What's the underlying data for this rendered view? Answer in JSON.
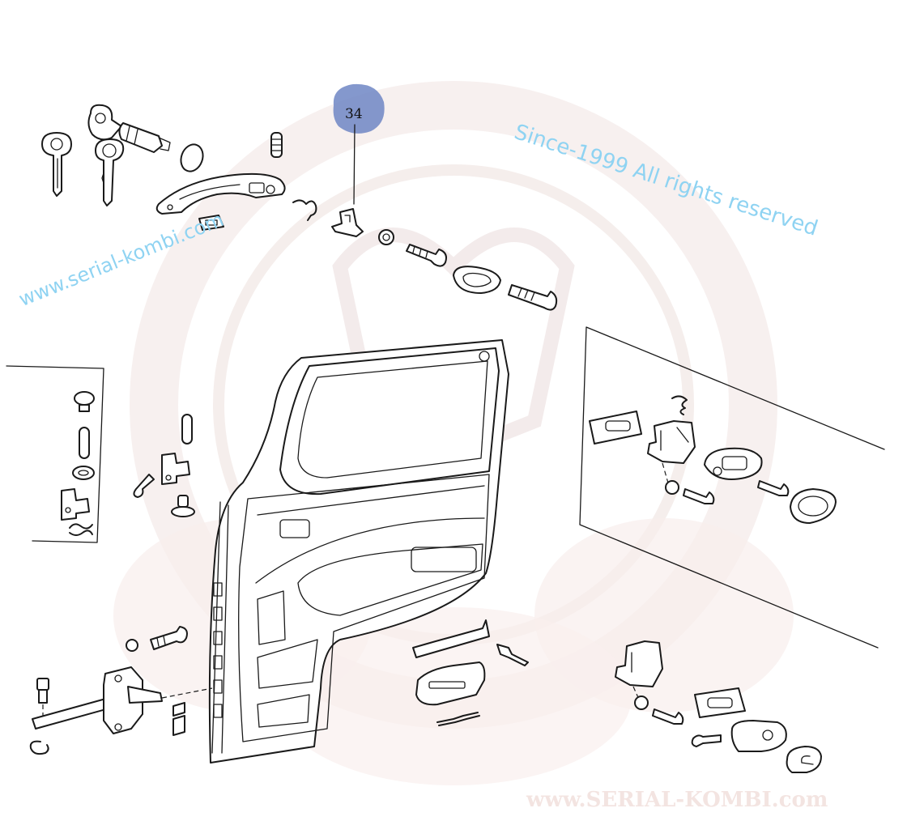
{
  "diagram": {
    "title": "Front door assembly exploded view",
    "callouts": [
      {
        "number": "34",
        "target": "door-handle-retainer-clip"
      }
    ],
    "colors": {
      "callout_bubble": "#6f86c4",
      "watermark_text": "#8fd3f2",
      "watermark_logo": "#f3e4e1",
      "line_art": "#1a1a1a"
    }
  },
  "watermark": {
    "url_text": "www.serial-kombi.com",
    "notice_text": "Since-1999 All rights reserved",
    "logo_text": "www.SERIAL-KOMBI.com"
  },
  "parts": [
    "key-blank",
    "key",
    "lock-cylinder",
    "o-ring",
    "outside-door-handle",
    "handle-gasket",
    "spring",
    "clip-spring",
    "retainer-clip",
    "lock-washer",
    "screw",
    "handle-bezel",
    "latch-screw",
    "door-shell",
    "check-strap",
    "door-stop-pin",
    "hinge-bracket",
    "hinge-pin",
    "hinge-screw",
    "striker",
    "inner-handle-housing",
    "lock-mechanism",
    "inner-handle",
    "escutcheon",
    "armrest-bracket",
    "grab-pocket",
    "rivet",
    "wire-clip"
  ]
}
